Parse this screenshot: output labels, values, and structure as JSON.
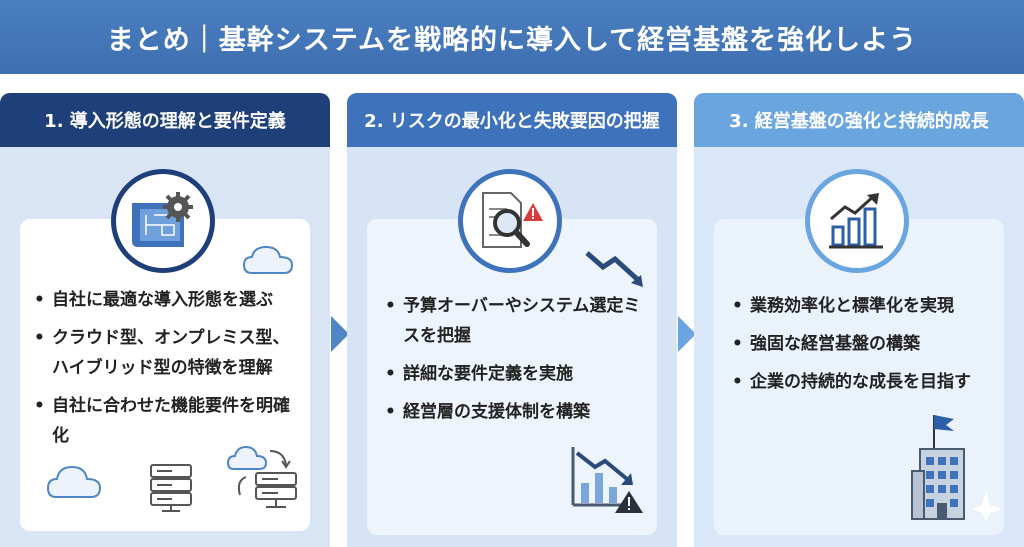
{
  "title": "まとめ｜基幹システムを戦略的に導入して経営基盤を強化しよう",
  "panels": [
    {
      "heading": "1. 導入形態の理解と要件定義",
      "points": [
        "自社に最適な導入形態を選ぶ",
        "クラウド型、オンプレミス型、ハイブリッド型の特徴を理解",
        "自社に合わせた機能要件を明確化"
      ],
      "icon": "blueprint-gear-icon"
    },
    {
      "heading": "2. リスクの最小化と失敗要因の把握",
      "points": [
        "予算オーバーやシステム選定ミスを把握",
        "詳細な要件定義を実施",
        "経営層の支援体制を構築"
      ],
      "icon": "document-magnifier-warning-icon"
    },
    {
      "heading": "3. 経営基盤の強化と持続的成長",
      "points": [
        "業務効率化と標準化を実現",
        "強固な経営基盤の構築",
        "企業の持続的な成長を目指す"
      ],
      "icon": "growth-chart-icon"
    }
  ],
  "colors": {
    "banner": "#3e6fb0",
    "panel1_head": "#1e3f78",
    "panel2_head": "#3e72ba",
    "panel3_head": "#6aa5e0"
  }
}
